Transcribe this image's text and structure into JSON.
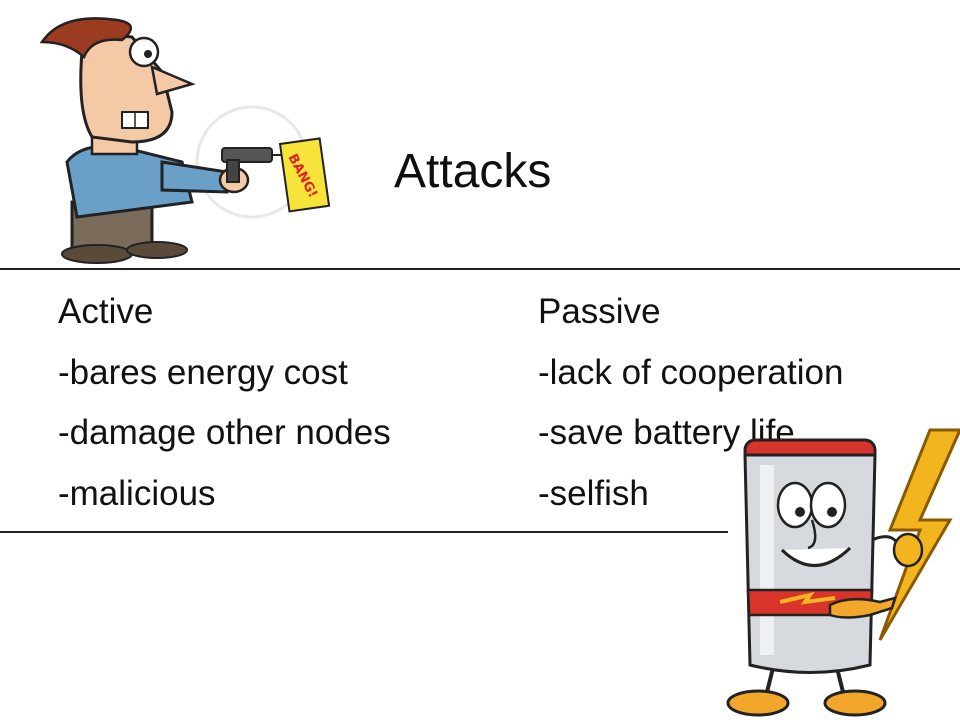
{
  "slide": {
    "title": "Attacks",
    "columns": {
      "active": {
        "heading": "Active",
        "items": [
          "-bares energy cost",
          "-damage other nodes",
          "-malicious"
        ]
      },
      "passive": {
        "heading": "Passive",
        "items": [
          "-lack of cooperation",
          "-save battery life",
          "-selfish"
        ]
      }
    },
    "man_clipart": {
      "flag_text": "BANG!"
    },
    "colors": {
      "flag": "#f6e43a",
      "shirt": "#6aa0c8",
      "battery_band": "#d8342b",
      "lightning": "#f2b51d"
    }
  }
}
